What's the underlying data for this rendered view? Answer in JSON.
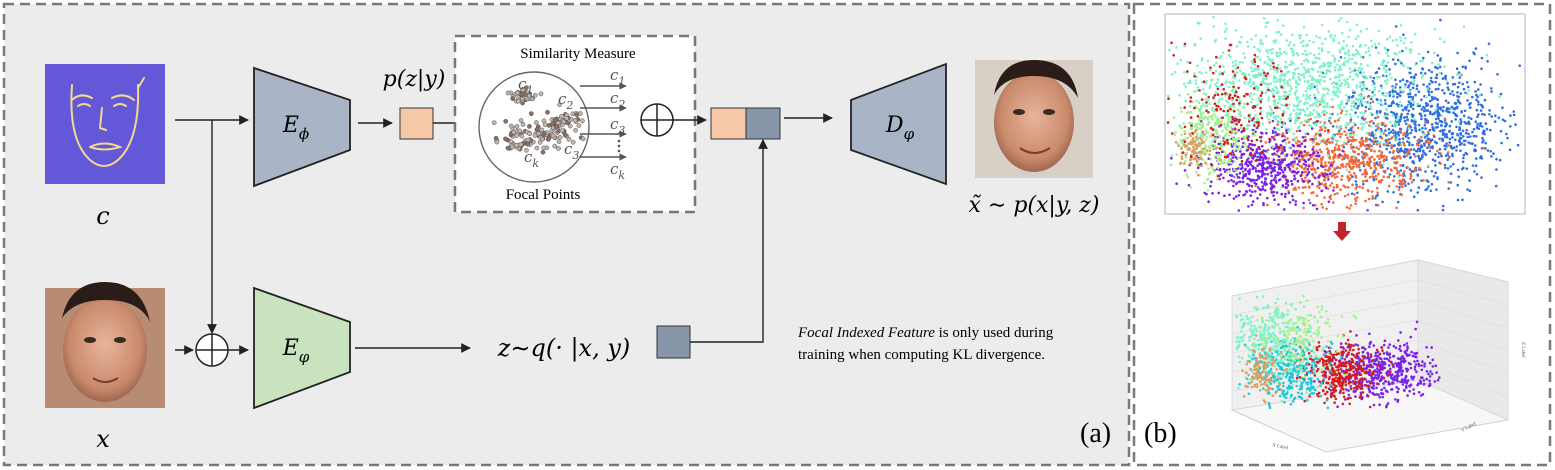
{
  "panel_a": {
    "label": "(a)",
    "symbols": {
      "c": "c",
      "x": "x",
      "x_tilde": "x̃ ∼ p(x|y, z)",
      "prior": "p(z|y)",
      "posterior": "z∼q(· |x, y)"
    },
    "encoders": {
      "prior_encoder": "E",
      "prior_sub": "ϕ",
      "posterior_encoder": "E",
      "posterior_sub": "φ",
      "decoder": "D",
      "decoder_sub": "φ"
    },
    "similarity_box": {
      "title": "Similarity Measure",
      "footer": "Focal Points",
      "inner_c1": "c",
      "inner_c1_sub": "1",
      "inner_c2": "c",
      "inner_c2_sub": "2",
      "inner_c3": "c",
      "inner_c3_sub": "3",
      "inner_ck": "c",
      "inner_ck_sub": "k",
      "out_c1": "c",
      "out_c1_sub": "1",
      "out_c2": "c",
      "out_c2_sub": "2",
      "out_c3": "c",
      "out_c3_sub": "3",
      "out_ck": "c",
      "out_ck_sub": "k"
    },
    "note": {
      "italic": "Focal Indexed Feature",
      "line1_rest": " is only used during",
      "line2": "training when computing KL divergence."
    },
    "colors": {
      "prior_encoder_fill": "#a9b4c6",
      "posterior_encoder_fill": "#c9e3bf",
      "decoder_fill": "#a9b4c6",
      "prior_vector": "#f5c9a8",
      "latent_vector": "#8896aa",
      "sketch_bg": "#6358d8",
      "sketch_line": "#f2d98c",
      "panel_bg": "#ececec"
    }
  },
  "panel_b": {
    "label": "(b)",
    "axis_label_x": "X Label",
    "axis_label_y": "Y Label",
    "axis_label_z": "Z Label",
    "cluster_colors": [
      "#2f6fe0",
      "#f26a3a",
      "#7a22e6",
      "#7df2c8",
      "#a7f08a",
      "#d8a060",
      "#d51c1c",
      "#1ec8d8"
    ]
  }
}
